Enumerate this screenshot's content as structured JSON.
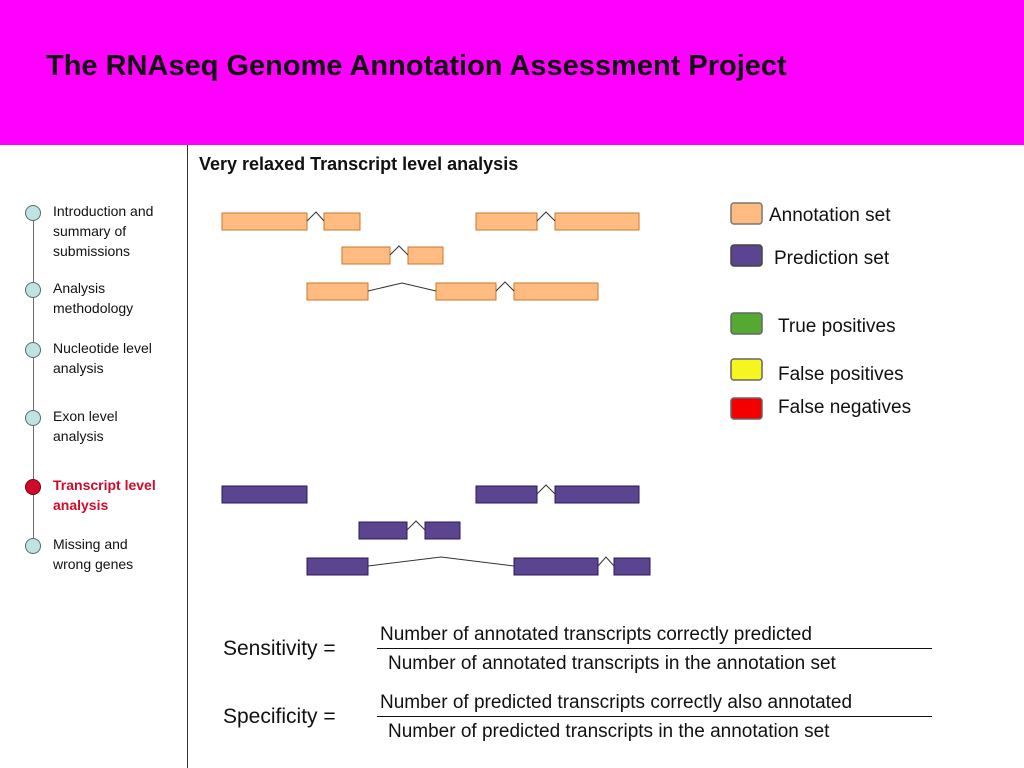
{
  "header": {
    "title": "The RNAseq Genome Annotation Assessment Project",
    "color": "#ff00ff"
  },
  "subtitle": "Very relaxed Transcript level analysis",
  "sidebar": {
    "items": [
      {
        "label": "Introduction and summary of submissions",
        "active": false
      },
      {
        "label": "Analysis methodology",
        "active": false
      },
      {
        "label": "Nucleotide level analysis",
        "active": false
      },
      {
        "label": "Exon level analysis",
        "active": false
      },
      {
        "label": "Transcript level analysis",
        "active": true
      },
      {
        "label": "Missing and wrong genes",
        "active": false
      }
    ]
  },
  "legend": {
    "items": [
      {
        "label": "Annotation set",
        "color": "#ffbb80"
      },
      {
        "label": "Prediction set",
        "color": "#5c4590"
      },
      {
        "label": "True positives",
        "color": "#55a830"
      },
      {
        "label": "False positives",
        "color": "#f5f520"
      },
      {
        "label": "False negatives",
        "color": "#f50000"
      }
    ]
  },
  "colors": {
    "annotation": "#ffbb80",
    "prediction": "#5c4590",
    "active_nav": "#d00a2a"
  },
  "formulas": {
    "sensitivity": {
      "name": "Sensitivity =",
      "numerator": "Number of annotated transcripts correctly predicted",
      "denominator": "Number of annotated transcripts in the annotation set"
    },
    "specificity": {
      "name": "Specificity =",
      "numerator": "Number of predicted transcripts correctly also annotated",
      "denominator": "Number of predicted transcripts in the annotation set"
    }
  }
}
